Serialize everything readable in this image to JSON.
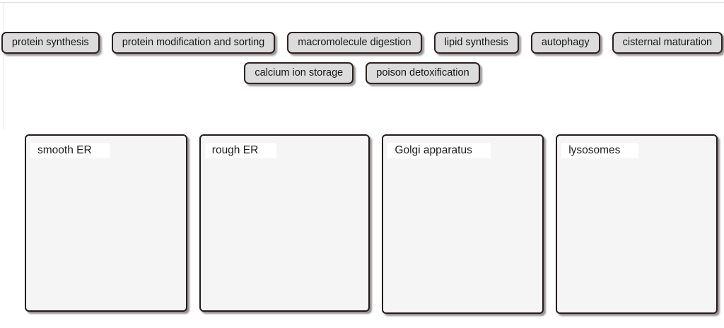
{
  "activity": {
    "type": "drag-and-drop-categorization",
    "chip_rows": [
      [
        {
          "label": "protein synthesis"
        },
        {
          "label": "protein modification and sorting"
        },
        {
          "label": "macromolecule digestion"
        },
        {
          "label": "lipid synthesis"
        },
        {
          "label": "autophagy"
        },
        {
          "label": "cisternal maturation"
        }
      ],
      [
        {
          "label": "calcium ion storage"
        },
        {
          "label": "poison detoxification"
        }
      ]
    ],
    "drop_zones": [
      {
        "label": "smooth ER",
        "items": []
      },
      {
        "label": "rough ER",
        "items": []
      },
      {
        "label": "Golgi apparatus",
        "items": []
      },
      {
        "label": "lysosomes",
        "items": []
      }
    ]
  },
  "colors": {
    "page_background": "#ffffff",
    "chip_fill": "#dcdcdc",
    "chip_border": "#2b2222",
    "zone_fill": "#f5f5f5",
    "zone_border": "#241c1c",
    "label_fill": "#ffffff",
    "text": "#151515",
    "rule": "#e2e2e2"
  }
}
